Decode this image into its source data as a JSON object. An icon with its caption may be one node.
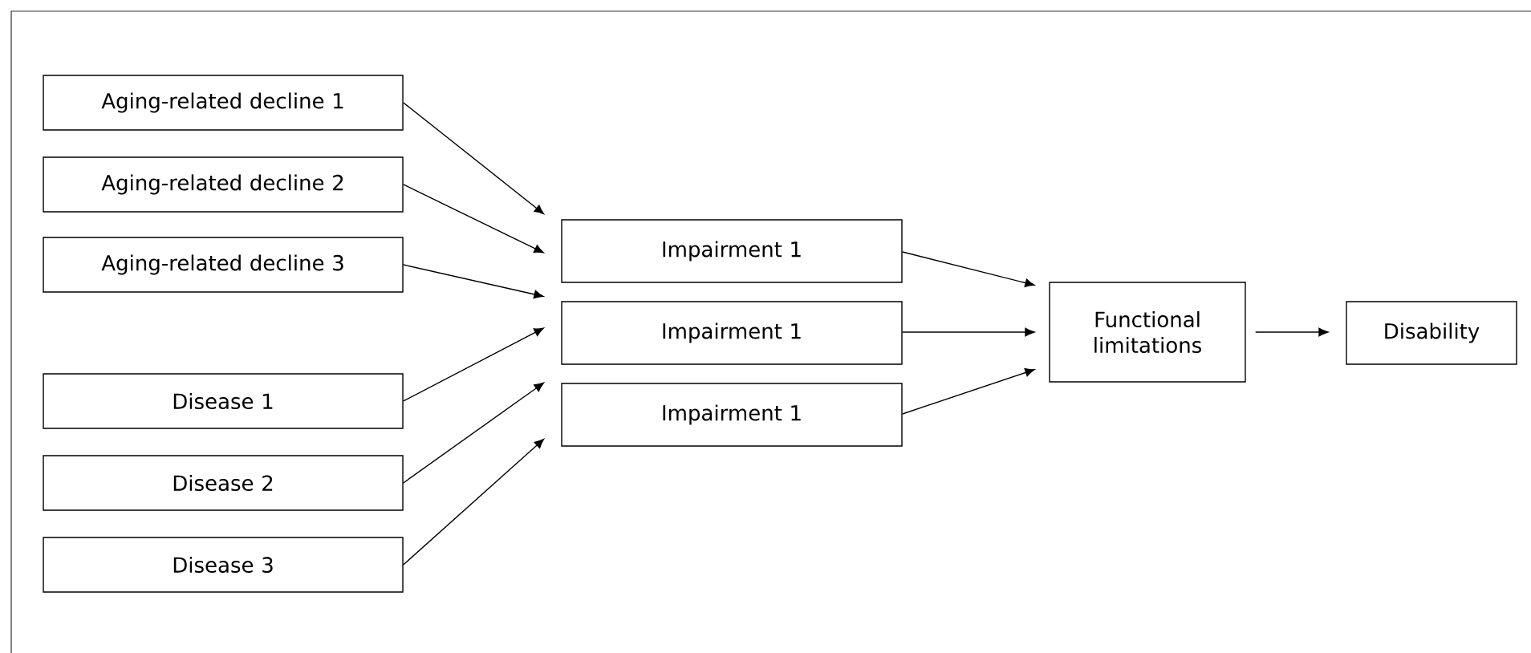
{
  "diagram": {
    "nodes": [
      {
        "text": [
          "Aging-related decline 1"
        ]
      },
      {
        "text": [
          "Aging-related decline 2"
        ]
      },
      {
        "text": [
          "Aging-related decline 3"
        ]
      },
      {
        "text": [
          "Disease 1"
        ]
      },
      {
        "text": [
          "Disease 2"
        ]
      },
      {
        "text": [
          "Disease 3"
        ]
      },
      {
        "text": [
          "Impairment 1"
        ]
      },
      {
        "text": [
          "Impairment 1"
        ]
      },
      {
        "text": [
          "Impairment 1"
        ]
      },
      {
        "text": [
          "Functional limitations"
        ]
      },
      {
        "text": [
          "Disability"
        ]
      }
    ],
    "edges": [
      {
        "from": 0,
        "to": 6,
        "arrow": "to"
      },
      {
        "from": 1,
        "to": 6,
        "arrow": "to"
      },
      {
        "from": 2,
        "to": 7,
        "arrow": "to"
      },
      {
        "from": 3,
        "to": 7,
        "arrow": "to"
      },
      {
        "from": 4,
        "to": 8,
        "arrow": "to"
      },
      {
        "from": 5,
        "to": 8,
        "arrow": "to"
      },
      {
        "from": 6,
        "to": 9,
        "arrow": "to"
      },
      {
        "from": 7,
        "to": 9,
        "arrow": "to"
      },
      {
        "from": 8,
        "to": 9,
        "arrow": "to"
      },
      {
        "from": 9,
        "to": 10,
        "arrow": "to"
      }
    ]
  }
}
